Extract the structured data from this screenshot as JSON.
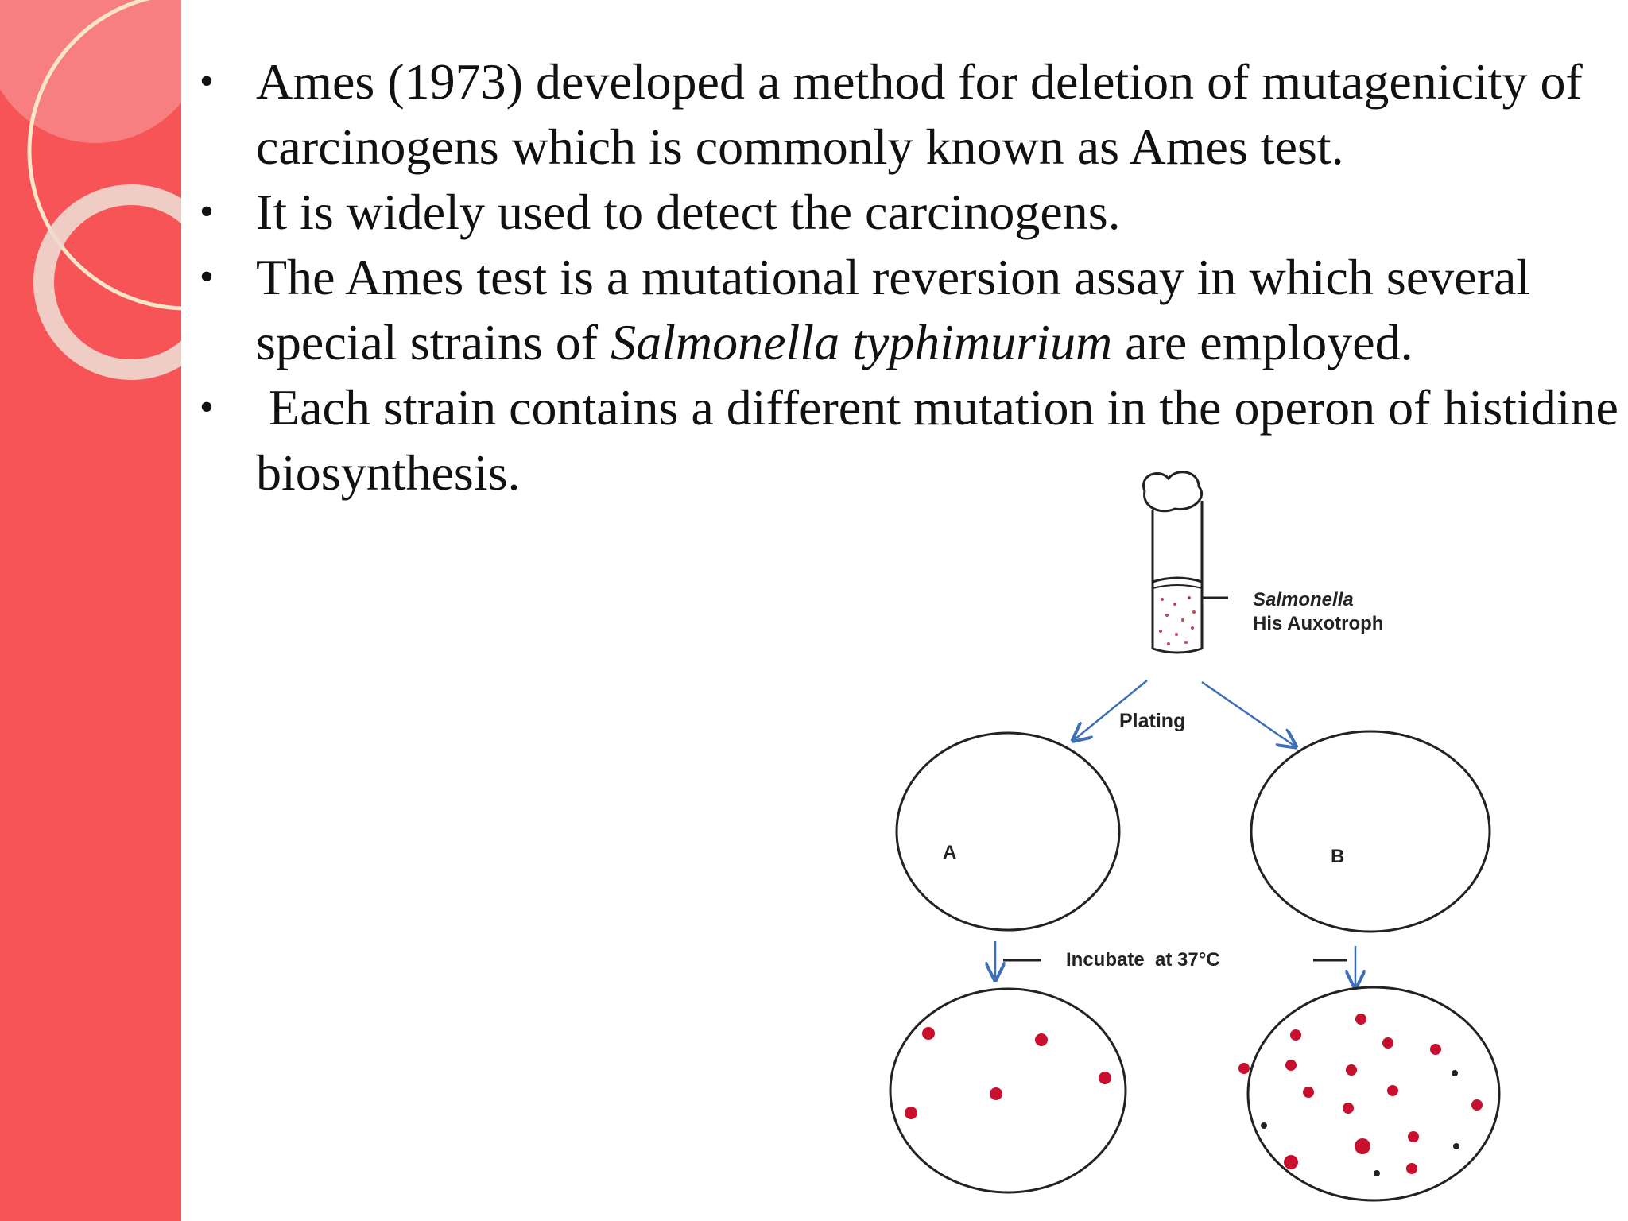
{
  "slide": {
    "bullets": [
      {
        "text": "Ames (1973) developed a method for deletion of mutagenicity of carcinogens which is commonly known as Ames test."
      },
      {
        "text": "It is widely used to detect the carcinogens."
      },
      {
        "pre": "The Ames test is a mutational reversion assay in which several special strains of ",
        "italic": "Salmonella typhimurium",
        "post": " are employed."
      },
      {
        "text": " Each strain contains a different mutation in the operon of histidine biosynthesis."
      }
    ],
    "bullet_symbol": "•"
  },
  "diagram": {
    "tube_label_line1": "Salmonella",
    "tube_label_line2": "His Auxotroph",
    "plating_label": "Plating",
    "plate_a_label": "A",
    "plate_b_label": "B",
    "incubate_label": "Incubate  at 37°C",
    "colony_color": "#c8102e"
  },
  "theme": {
    "sidebar_color": "#f65457",
    "ring_color": "#f2d8cf"
  }
}
